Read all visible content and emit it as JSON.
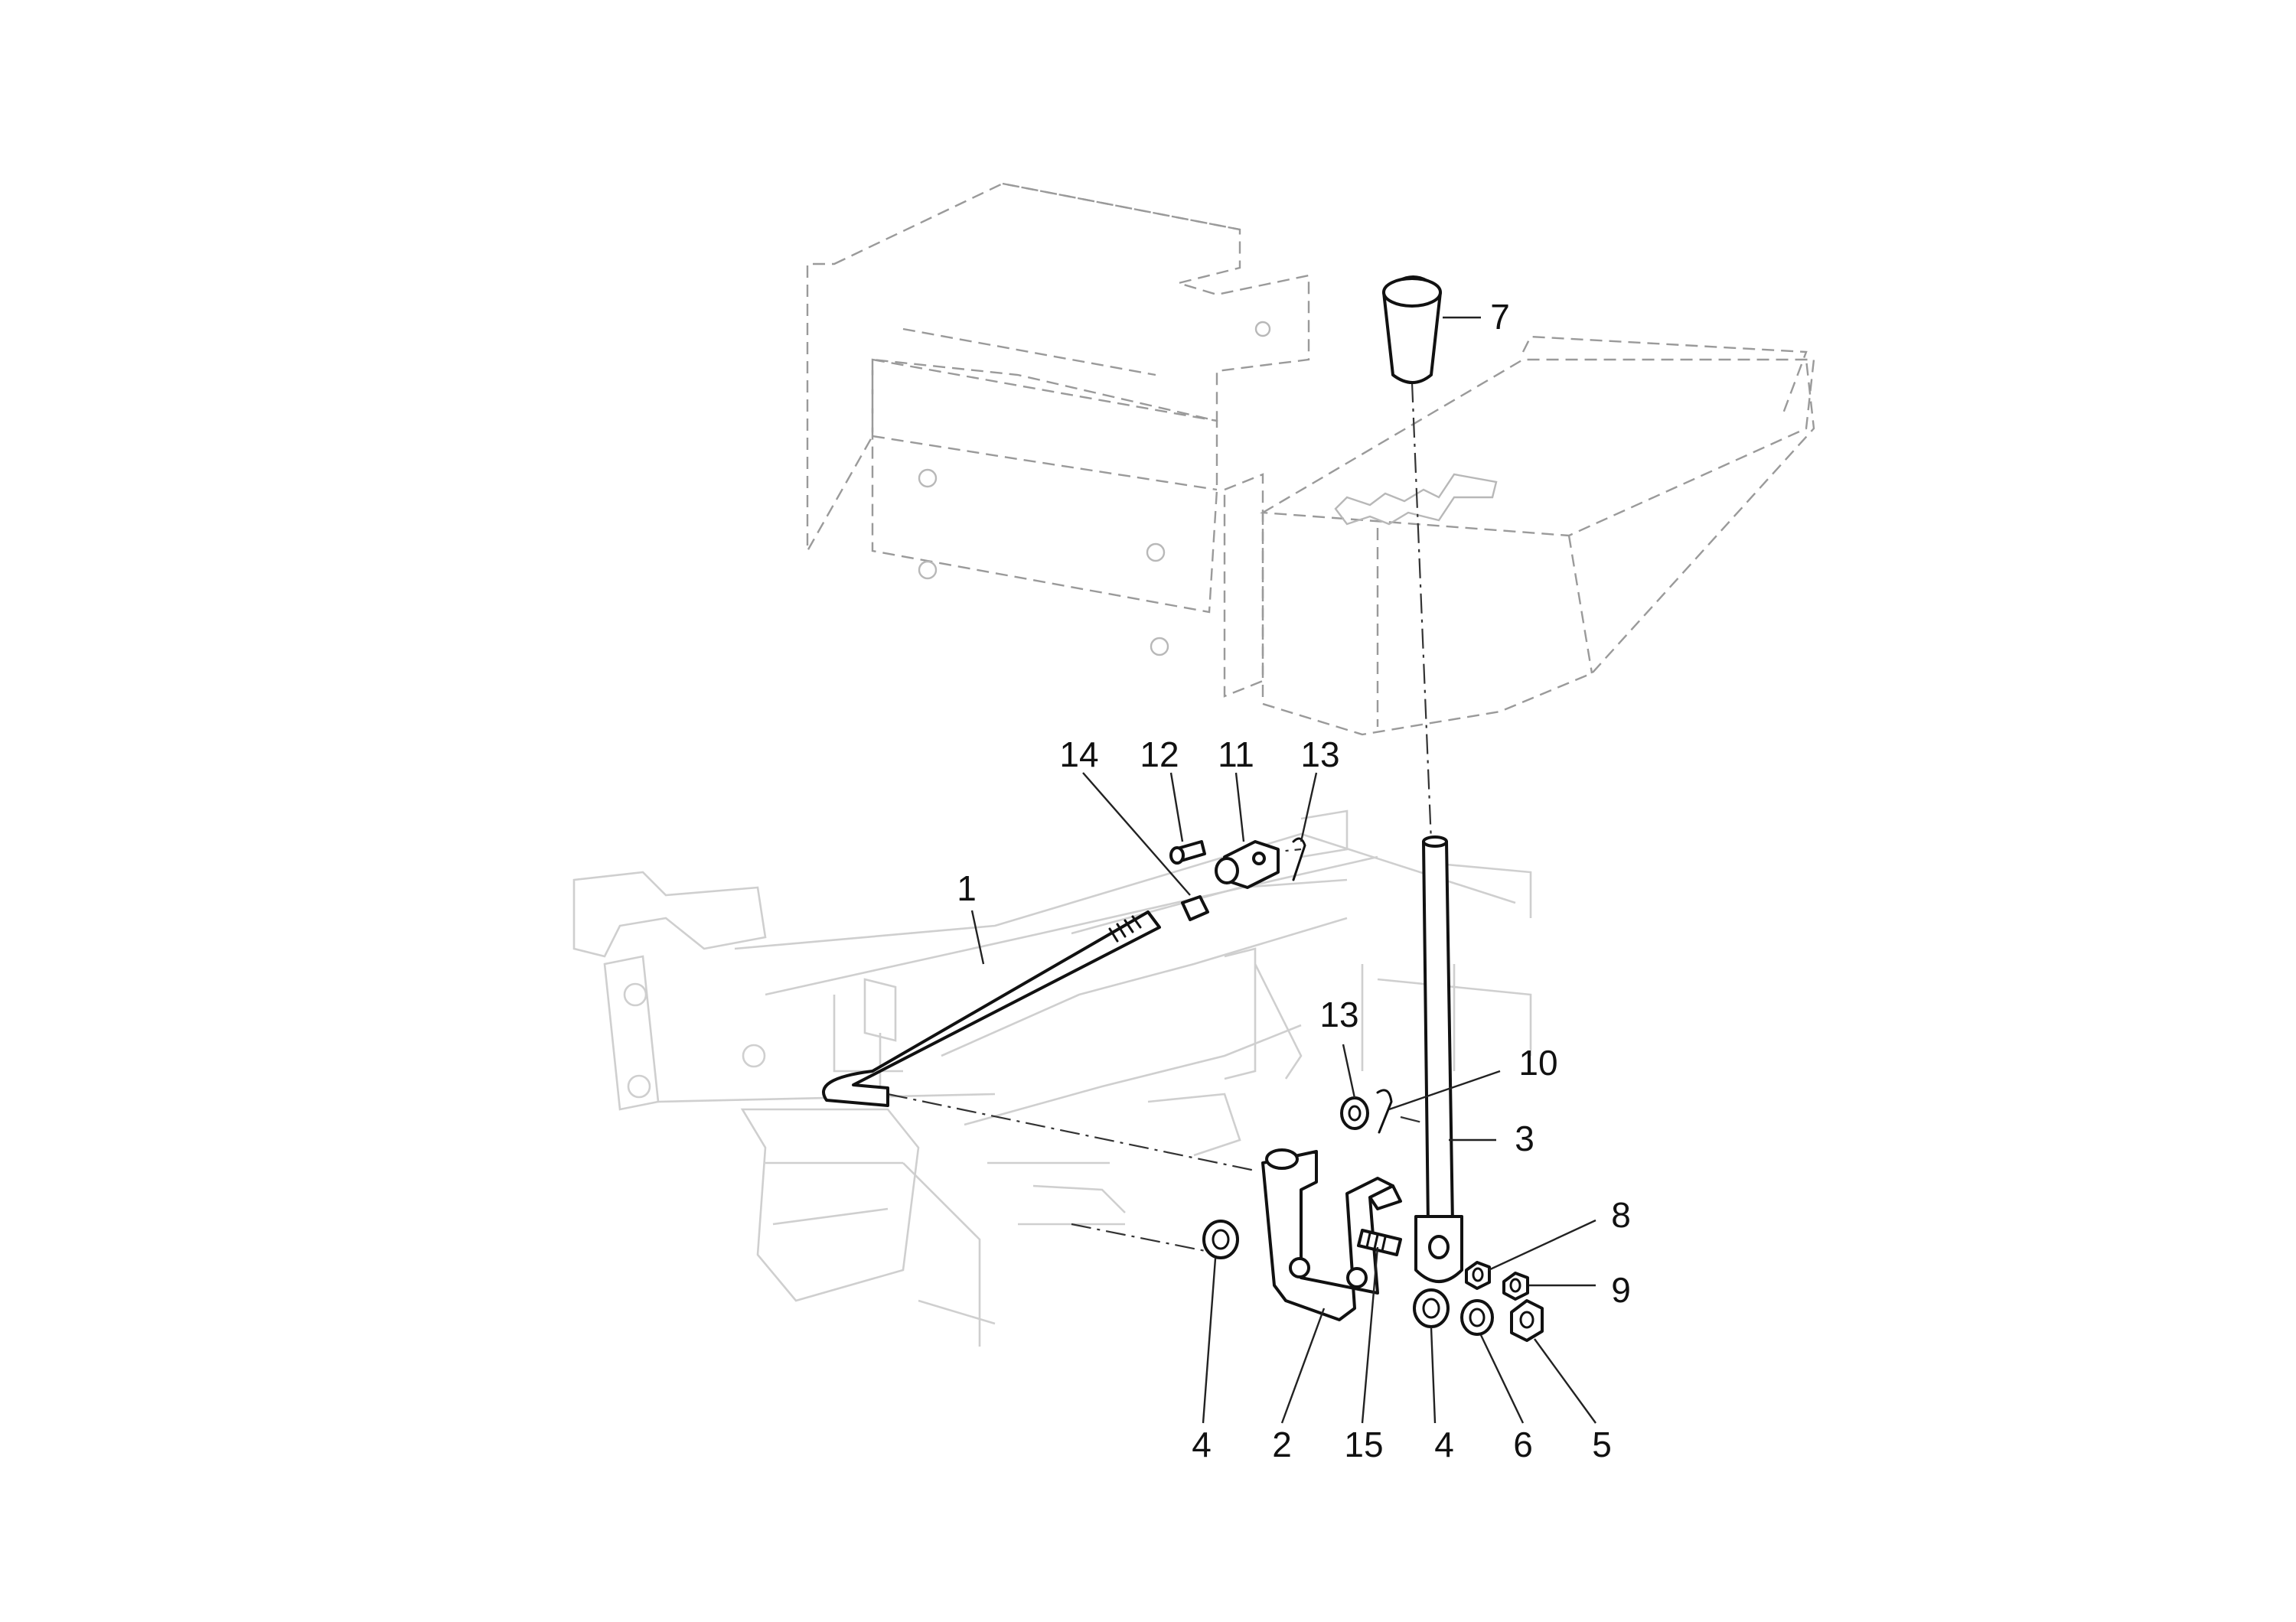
{
  "callouts": {
    "c1": "1",
    "c2": "2",
    "c3": "3",
    "c4a": "4",
    "c4b": "4",
    "c5": "5",
    "c6": "6",
    "c7": "7",
    "c8": "8",
    "c9": "9",
    "c10": "10",
    "c11": "11",
    "c12": "12",
    "c13a": "13",
    "c13b": "13",
    "c14": "14",
    "c15": "15"
  }
}
